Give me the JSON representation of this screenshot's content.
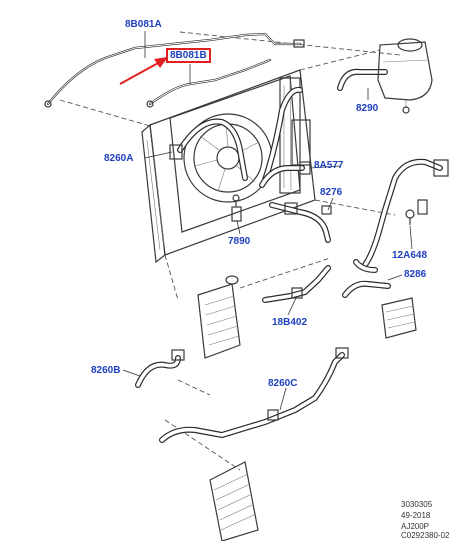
{
  "diagram": {
    "callouts": [
      {
        "id": "8B081A",
        "text": "8B081A"
      },
      {
        "id": "8B081B",
        "text": "8B081B",
        "highlighted": true
      },
      {
        "id": "8290",
        "text": "8290"
      },
      {
        "id": "8260A",
        "text": "8260A"
      },
      {
        "id": "8A577",
        "text": "8A577"
      },
      {
        "id": "8276",
        "text": "8276"
      },
      {
        "id": "7890",
        "text": "7890"
      },
      {
        "id": "12A648",
        "text": "12A648"
      },
      {
        "id": "8286",
        "text": "8286"
      },
      {
        "id": "18B402",
        "text": "18B402"
      },
      {
        "id": "8260B",
        "text": "8260B"
      },
      {
        "id": "8260C",
        "text": "8260C"
      }
    ],
    "reference": {
      "line1": "3030305",
      "line2": "49-2018",
      "line3": "AJ200P",
      "line4": "C0292380-02"
    },
    "colors": {
      "callout_text": "#1f3fbf",
      "highlight_box": "#e02020",
      "pointer_arrow": "#e02020",
      "line_art": "#2b2b2b"
    }
  }
}
